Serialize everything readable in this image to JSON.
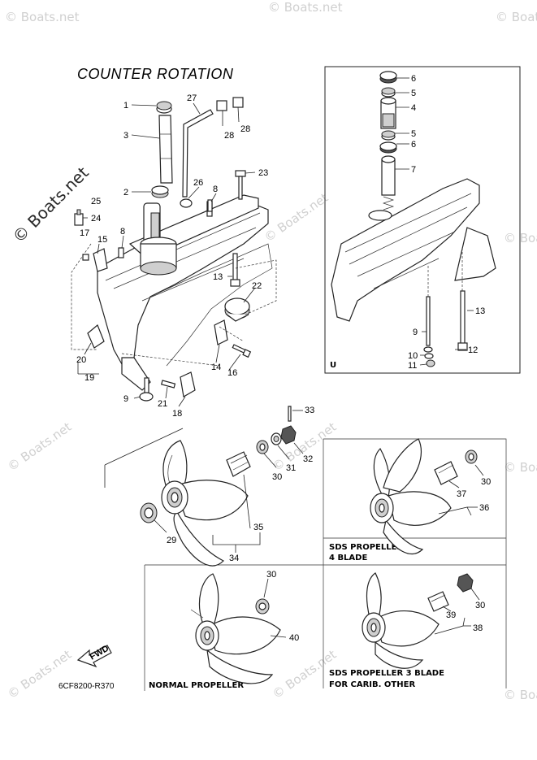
{
  "title": "COUNTER ROTATION",
  "footer_code": "6CF8200-R370",
  "watermark": "© Boats.net",
  "view_label": "U",
  "boxes": {
    "sds4_line1": "SDS PROPELLER",
    "sds4_line2": "4 BLADE",
    "normal": "NORMAL PROPELLER",
    "sds3_line1": "SDS PROPELLER 3 BLADE",
    "sds3_line2": "FOR CARIB. OTHER"
  },
  "fwd_label": "FWD",
  "callouts": {
    "c1": "1",
    "c2": "2",
    "c3": "3",
    "c8a": "8",
    "c8b": "8",
    "c9": "9",
    "c13": "13",
    "c14": "14",
    "c15": "15",
    "c16": "16",
    "c17": "17",
    "c18": "18",
    "c19": "19",
    "c20": "20",
    "c21": "21",
    "c22": "22",
    "c23": "23",
    "c24": "24",
    "c25": "25",
    "c26": "26",
    "c27": "27",
    "c28a": "28",
    "c28b": "28",
    "c29": "29",
    "c30a": "30",
    "c31": "31",
    "c32": "32",
    "c33": "33",
    "c34": "34",
    "c35": "35",
    "r6a": "6",
    "r5a": "5",
    "r4": "4",
    "r5b": "5",
    "r6b": "6",
    "r7": "7",
    "r13": "13",
    "r9": "9",
    "r12": "12",
    "r10": "10",
    "r11": "11",
    "s30": "30",
    "s37": "37",
    "s36": "36",
    "n30": "30",
    "n40": "40",
    "t30": "30",
    "t39": "39",
    "t38": "38"
  },
  "colors": {
    "line": "#222222",
    "watermark": "#d0d0d0",
    "shade": "#cfcfcf"
  }
}
